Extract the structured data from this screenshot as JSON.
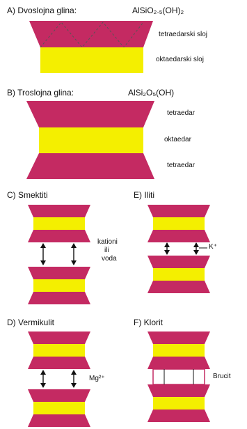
{
  "colors": {
    "tetra": "#c42a62",
    "octa": "#f4ef00",
    "line": "#111111"
  },
  "sections": {
    "a": {
      "title": "A) Dvoslojna glina:",
      "formula": "AlSiO₂.₅(OH)₂",
      "layer_top": "tetraedarski sloj",
      "layer_bottom": "oktaedarski sloj"
    },
    "b": {
      "title": "B) Troslojna glina:",
      "formula": "AlSi₂O₅(OH)",
      "top": "tetraedar",
      "middle": "oktaedar",
      "bottom": "tetraedar"
    },
    "c": {
      "title": "C) Smektiti",
      "interlayer": [
        "kationi",
        "ili",
        "voda"
      ]
    },
    "e": {
      "title": "E) Iliti",
      "ion": "K⁺"
    },
    "d": {
      "title": "D) Vermikulit",
      "ion": "Mg²⁺"
    },
    "f": {
      "title": "F) Klorit",
      "interlayer": "Brucit"
    }
  }
}
